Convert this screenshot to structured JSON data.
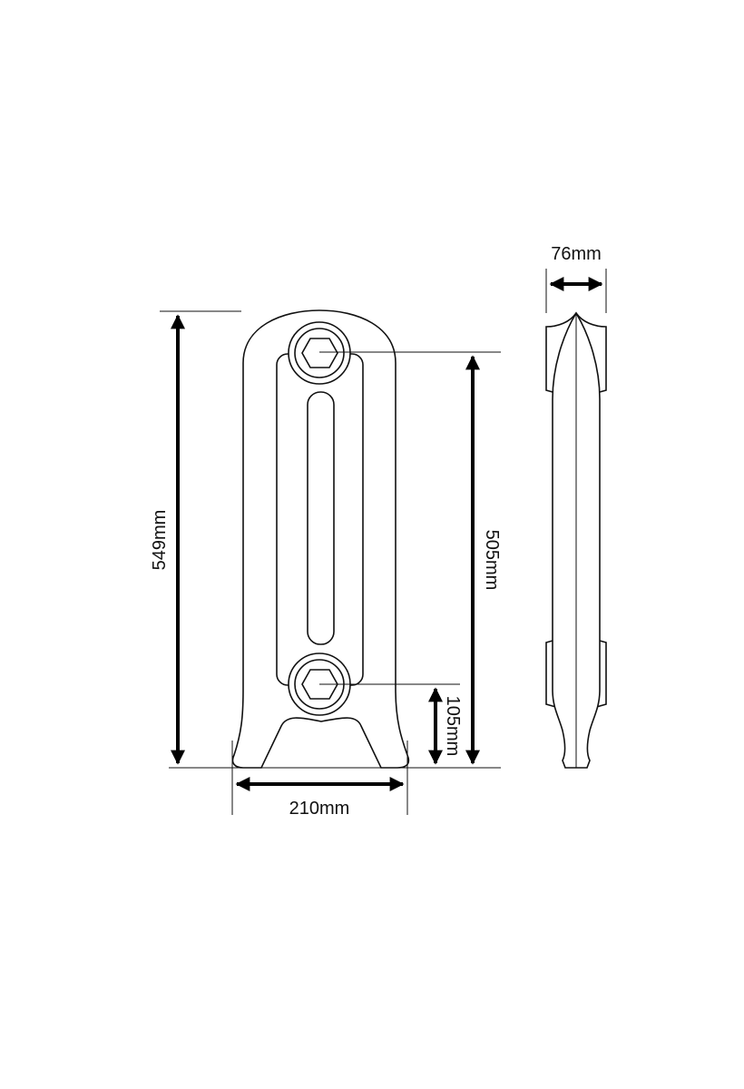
{
  "diagram": {
    "subject": "column radiator technical drawing",
    "views": [
      "front-view",
      "side-view"
    ],
    "dimensions": {
      "total_height": "549mm",
      "pipe_centres": "505mm",
      "floor_to_pipe_centre": "105mm",
      "width": "210mm",
      "depth": "76mm"
    },
    "colors": {
      "line": "#111111",
      "background": "#ffffff"
    }
  }
}
